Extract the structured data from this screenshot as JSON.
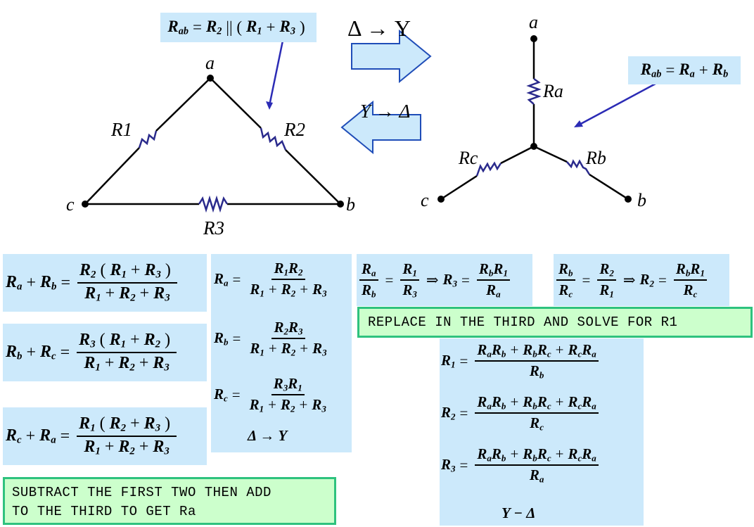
{
  "top_label": [
    {
      "t": "R",
      "s": "ab"
    },
    {
      "op": " = "
    },
    {
      "t": "R",
      "s": "2"
    },
    {
      "op": " || ("
    },
    {
      "t": "R",
      "s": "1"
    },
    {
      "op": " + "
    },
    {
      "t": "R",
      "s": "3"
    },
    {
      "op": ")"
    }
  ],
  "delta_to_y": "Δ → Y",
  "y_to_delta": "Y → Δ",
  "right_label": [
    {
      "t": "R",
      "s": "ab"
    },
    {
      "op": " = "
    },
    {
      "t": "R",
      "s": "a"
    },
    {
      "op": " + "
    },
    {
      "t": "R",
      "s": "b"
    }
  ],
  "delta_node_a": "a",
  "delta_node_b": "b",
  "delta_node_c": "c",
  "delta_R1": "R1",
  "delta_R2": "R2",
  "delta_R3": "R3",
  "wye_node_a": "a",
  "wye_node_b": "b",
  "wye_node_c": "c",
  "wye_Ra": "Ra",
  "wye_Rb": "Rb",
  "wye_Rc": "Rc",
  "sum_eqs": [
    {
      "lhs": [
        {
          "t": "R",
          "s": "a"
        },
        {
          "op": "+"
        },
        {
          "t": "R",
          "s": "b"
        }
      ],
      "num": [
        {
          "t": "R",
          "s": "2"
        },
        {
          "op": "("
        },
        {
          "t": "R",
          "s": "1"
        },
        {
          "op": "+"
        },
        {
          "t": "R",
          "s": "3"
        },
        {
          "op": ")"
        }
      ],
      "den": [
        {
          "t": "R",
          "s": "1"
        },
        {
          "op": "+"
        },
        {
          "t": "R",
          "s": "2"
        },
        {
          "op": "+"
        },
        {
          "t": "R",
          "s": "3"
        }
      ]
    },
    {
      "lhs": [
        {
          "t": "R",
          "s": "b"
        },
        {
          "op": "+"
        },
        {
          "t": "R",
          "s": "c"
        }
      ],
      "num": [
        {
          "t": "R",
          "s": "3"
        },
        {
          "op": "("
        },
        {
          "t": "R",
          "s": "1"
        },
        {
          "op": "+"
        },
        {
          "t": "R",
          "s": "2"
        },
        {
          "op": ")"
        }
      ],
      "den": [
        {
          "t": "R",
          "s": "1"
        },
        {
          "op": "+"
        },
        {
          "t": "R",
          "s": "2"
        },
        {
          "op": "+"
        },
        {
          "t": "R",
          "s": "3"
        }
      ]
    },
    {
      "lhs": [
        {
          "t": "R",
          "s": "c"
        },
        {
          "op": "+"
        },
        {
          "t": "R",
          "s": "a"
        }
      ],
      "num": [
        {
          "t": "R",
          "s": "1"
        },
        {
          "op": "("
        },
        {
          "t": "R",
          "s": "2"
        },
        {
          "op": "+"
        },
        {
          "t": "R",
          "s": "3"
        },
        {
          "op": ")"
        }
      ],
      "den": [
        {
          "t": "R",
          "s": "1"
        },
        {
          "op": "+"
        },
        {
          "t": "R",
          "s": "2"
        },
        {
          "op": "+"
        },
        {
          "t": "R",
          "s": "3"
        }
      ]
    }
  ],
  "wye_eqs": [
    {
      "lhs": [
        {
          "t": "R",
          "s": "a"
        }
      ],
      "num": [
        {
          "t": "R",
          "s": "1"
        },
        {
          "t": "R",
          "s": "2"
        }
      ],
      "den": [
        {
          "t": "R",
          "s": "1"
        },
        {
          "op": "+"
        },
        {
          "t": "R",
          "s": "2"
        },
        {
          "op": "+"
        },
        {
          "t": "R",
          "s": "3"
        }
      ]
    },
    {
      "lhs": [
        {
          "t": "R",
          "s": "b"
        }
      ],
      "num": [
        {
          "t": "R",
          "s": "2"
        },
        {
          "t": "R",
          "s": "3"
        }
      ],
      "den": [
        {
          "t": "R",
          "s": "1"
        },
        {
          "op": "+"
        },
        {
          "t": "R",
          "s": "2"
        },
        {
          "op": "+"
        },
        {
          "t": "R",
          "s": "3"
        }
      ]
    },
    {
      "lhs": [
        {
          "t": "R",
          "s": "c"
        }
      ],
      "num": [
        {
          "t": "R",
          "s": "3"
        },
        {
          "t": "R",
          "s": "1"
        }
      ],
      "den": [
        {
          "t": "R",
          "s": "1"
        },
        {
          "op": "+"
        },
        {
          "t": "R",
          "s": "2"
        },
        {
          "op": "+"
        },
        {
          "t": "R",
          "s": "3"
        }
      ]
    }
  ],
  "wye_caption": "Δ → Y",
  "ratio_eqs": [
    {
      "n1": [
        {
          "t": "R",
          "s": "a"
        }
      ],
      "d1": [
        {
          "t": "R",
          "s": "b"
        }
      ],
      "n2": [
        {
          "t": "R",
          "s": "1"
        }
      ],
      "d2": [
        {
          "t": "R",
          "s": "3"
        }
      ],
      "res": [
        {
          "t": "R",
          "s": "3"
        }
      ],
      "n3": [
        {
          "t": "R",
          "s": "b"
        },
        {
          "t": "R",
          "s": "1"
        }
      ],
      "d3": [
        {
          "t": "R",
          "s": "a"
        }
      ]
    },
    {
      "n1": [
        {
          "t": "R",
          "s": "b"
        }
      ],
      "d1": [
        {
          "t": "R",
          "s": "c"
        }
      ],
      "n2": [
        {
          "t": "R",
          "s": "2"
        }
      ],
      "d2": [
        {
          "t": "R",
          "s": "1"
        }
      ],
      "res": [
        {
          "t": "R",
          "s": "2"
        }
      ],
      "n3": [
        {
          "t": "R",
          "s": "b"
        },
        {
          "t": "R",
          "s": "1"
        }
      ],
      "d3": [
        {
          "t": "R",
          "s": "c"
        }
      ]
    }
  ],
  "replace_note": "REPLACE IN THE THIRD AND SOLVE FOR R1",
  "delta_eqs": [
    {
      "lhs": [
        {
          "t": "R",
          "s": "1"
        }
      ],
      "den": [
        {
          "t": "R",
          "s": "b"
        }
      ]
    },
    {
      "lhs": [
        {
          "t": "R",
          "s": "2"
        }
      ],
      "den": [
        {
          "t": "R",
          "s": "c"
        }
      ]
    },
    {
      "lhs": [
        {
          "t": "R",
          "s": "3"
        }
      ],
      "den": [
        {
          "t": "R",
          "s": "a"
        }
      ]
    }
  ],
  "delta_num": [
    {
      "t": "R",
      "s": "a"
    },
    {
      "t": "R",
      "s": "b"
    },
    {
      "op": "+"
    },
    {
      "t": "R",
      "s": "b"
    },
    {
      "t": "R",
      "s": "c"
    },
    {
      "op": "+"
    },
    {
      "t": "R",
      "s": "c"
    },
    {
      "t": "R",
      "s": "a"
    }
  ],
  "delta_caption": "Y − Δ",
  "subtract_note_line1": "SUBTRACT THE FIRST TWO THEN ADD",
  "subtract_note_line2": "TO THE THIRD TO GET Ra",
  "colors": {
    "arrow_fill": "#cce9fb",
    "arrow_stroke": "#1f4db8",
    "pointer": "#2b2bb5",
    "box_blue": "#cce9fb",
    "box_green": "#ccffcc",
    "border_green": "#2ec27e"
  }
}
